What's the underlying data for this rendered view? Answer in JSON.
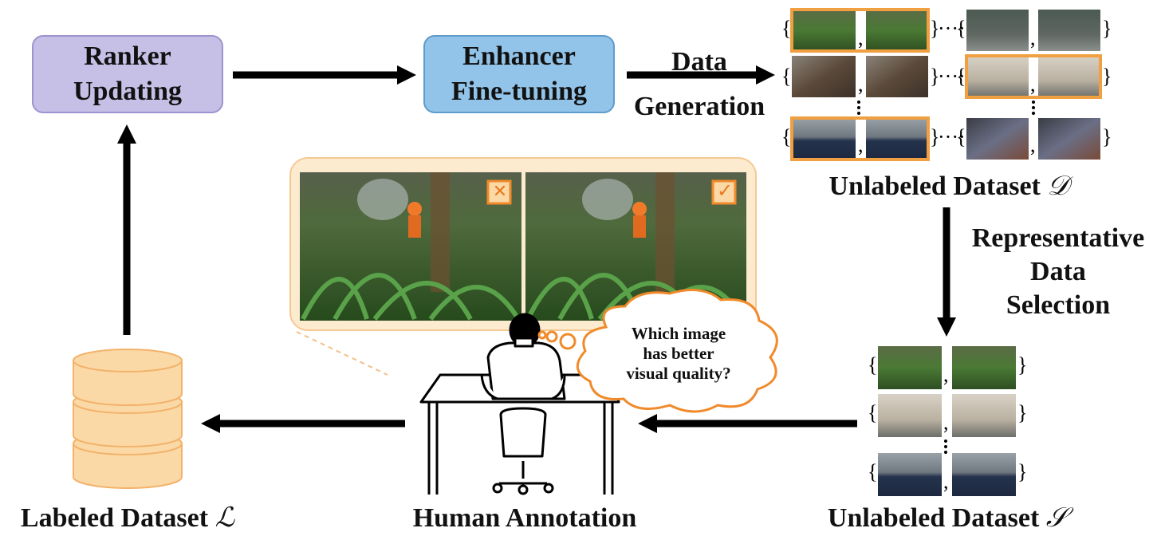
{
  "nodes": {
    "ranker": {
      "line1": "Ranker",
      "line2": "Updating"
    },
    "enhancer": {
      "line1": "Enhancer",
      "line2": "Fine-tuning"
    }
  },
  "edges": {
    "data_generation": {
      "line1": "Data",
      "line2": "Generation"
    },
    "representative_selection": {
      "line1": "Representative",
      "line2": "Data",
      "line3": "Selection"
    }
  },
  "datasets": {
    "unlabeled_d": {
      "name": "Unlabeled Dataset",
      "symbol": "𝒟"
    },
    "unlabeled_s": {
      "name": "Unlabeled Dataset",
      "symbol": "𝒮"
    },
    "labeled_l": {
      "name": "Labeled Dataset",
      "symbol": "ℒ"
    }
  },
  "annotation": {
    "title": "Human Annotation",
    "bubble": {
      "line1": "Which image",
      "line2": "has better",
      "line3": "visual quality?"
    },
    "left_mark": "✕",
    "right_mark": "✓"
  },
  "colors": {
    "ranker_fill": "#c6c0e6",
    "enhancer_fill": "#92c3e8",
    "highlight": "#f0a040",
    "database": "#fbd9a6",
    "panel": "#fdebd0"
  }
}
